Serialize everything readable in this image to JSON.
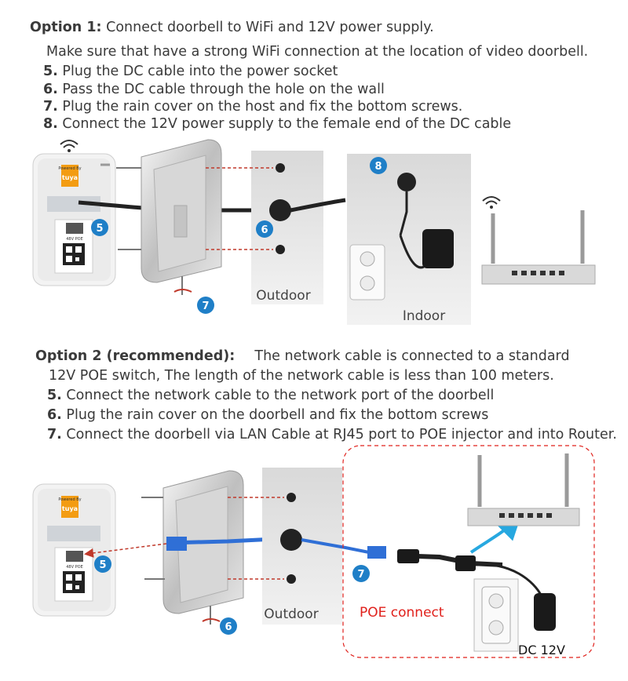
{
  "option1": {
    "heading": "Option 1:",
    "description": "Connect doorbell to WiFi and 12V power supply.",
    "note": "Make sure that have a strong WiFi connection at the location of video doorbell.",
    "steps": [
      {
        "num": "5.",
        "text": "Plug the DC cable into the power socket"
      },
      {
        "num": "6.",
        "text": "Pass the DC cable through the hole on the wall"
      },
      {
        "num": "7.",
        "text": "Plug the rain cover on the host and fix the bottom screws."
      },
      {
        "num": "8.",
        "text": "Connect the 12V power supply to the female end of the DC cable"
      }
    ],
    "badges": [
      "5",
      "6",
      "7",
      "8"
    ],
    "labels": {
      "outdoor": "Outdoor",
      "indoor": "Indoor"
    }
  },
  "option2": {
    "heading": "Option 2 (recommended):",
    "description": "The network cable is connected to a standard",
    "description2": "12V POE switch, The length of the network cable is less than 100 meters.",
    "steps": [
      {
        "num": "5.",
        "text": "Connect the network cable to the network port of the doorbell"
      },
      {
        "num": "6.",
        "text": "Plug the rain cover on the doorbell and fix the bottom screws"
      },
      {
        "num": "7.",
        "text": "Connect the doorbell via LAN Cable at RJ45 port to POE injector and into Router."
      }
    ],
    "badges": [
      "5",
      "6",
      "7"
    ],
    "labels": {
      "outdoor": "Outdoor",
      "poe": "POE connect",
      "dc": "DC 12V"
    }
  },
  "device": {
    "brand_small": "Powered By",
    "brand": "tuya",
    "port_label": "48V POE"
  },
  "colors": {
    "badge": "#1f7fc7",
    "dashed_line": "#c0392b",
    "poe_text": "#e0201b",
    "cable_blue": "#2f6fd6",
    "arrow_blue": "#27a8e0"
  }
}
